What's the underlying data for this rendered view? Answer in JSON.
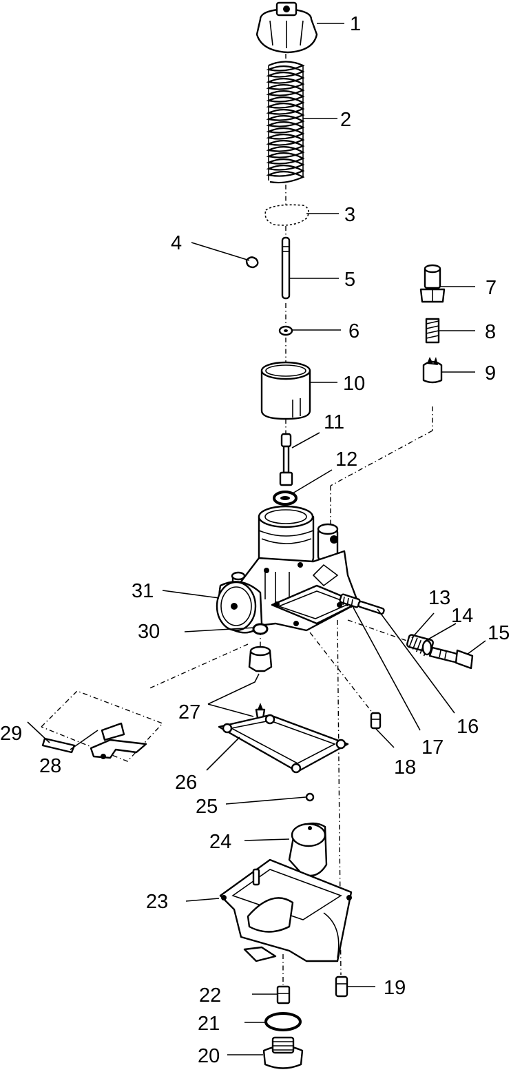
{
  "callouts": [
    {
      "id": "1"
    },
    {
      "id": "2"
    },
    {
      "id": "3"
    },
    {
      "id": "4"
    },
    {
      "id": "5"
    },
    {
      "id": "6"
    },
    {
      "id": "7"
    },
    {
      "id": "8"
    },
    {
      "id": "9"
    },
    {
      "id": "10"
    },
    {
      "id": "11"
    },
    {
      "id": "12"
    },
    {
      "id": "13"
    },
    {
      "id": "14"
    },
    {
      "id": "15"
    },
    {
      "id": "16"
    },
    {
      "id": "17"
    },
    {
      "id": "18"
    },
    {
      "id": "19"
    },
    {
      "id": "20"
    },
    {
      "id": "21"
    },
    {
      "id": "22"
    },
    {
      "id": "23"
    },
    {
      "id": "24"
    },
    {
      "id": "25"
    },
    {
      "id": "26"
    },
    {
      "id": "27"
    },
    {
      "id": "28"
    },
    {
      "id": "29"
    },
    {
      "id": "30"
    },
    {
      "id": "31"
    }
  ],
  "colors": {
    "ink": "#000000",
    "paper": "#ffffff"
  }
}
